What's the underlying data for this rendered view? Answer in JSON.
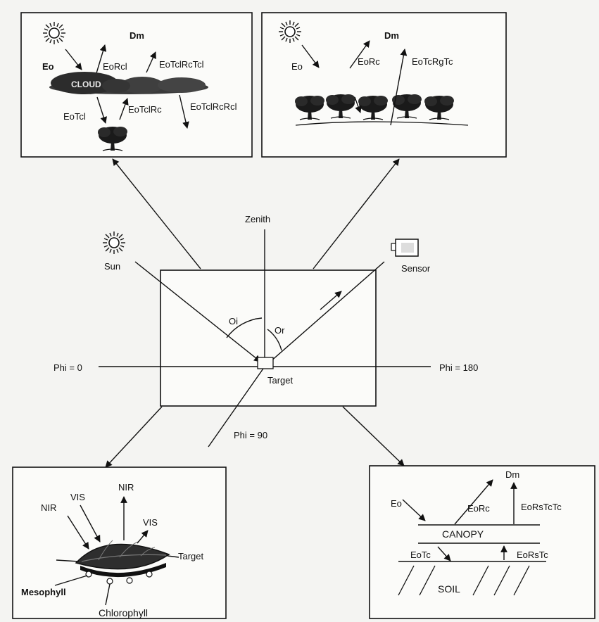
{
  "panels": {
    "cloud": {
      "dm": "Dm",
      "eo": "Eo",
      "eorcl": "EoRcl",
      "eotclrctcl": "EoTclRcTcl",
      "cloud_word": "CLOUD",
      "eotcl": "EoTcl",
      "eotclrc": "EoTclRc",
      "eotclrcrcl": "EoTclRcRcl"
    },
    "canopy_top": {
      "dm": "Dm",
      "eo": "Eo",
      "eorc": "EoRc",
      "eotcrgtc": "EoTcRgTc"
    },
    "leaf": {
      "nir_in": "NIR",
      "vis_in": "VIS",
      "nir_out": "NIR",
      "vis_out": "VIS",
      "target": "Target",
      "mesophyll": "Mesophyll",
      "chlorophyll": "Chlorophyll"
    },
    "soil": {
      "dm": "Dm",
      "eo": "Eo",
      "eorc": "EoRc",
      "eorstctc": "EoRsTcTc",
      "canopy": "CANOPY",
      "eotc": "EoTc",
      "eorstc": "EoRsTc",
      "soil": "SOIL"
    }
  },
  "center": {
    "zenith": "Zenith",
    "sun": "Sun",
    "sensor": "Sensor",
    "theta_i": "Oi",
    "theta_r": "Or",
    "phi0": "Phi = 0",
    "phi180": "Phi = 180",
    "phi90": "Phi = 90",
    "target": "Target"
  },
  "icons": [
    "sun-icon",
    "tree-icon",
    "forest-icon",
    "leaf-icon",
    "sensor-icon",
    "cloud-icon"
  ]
}
